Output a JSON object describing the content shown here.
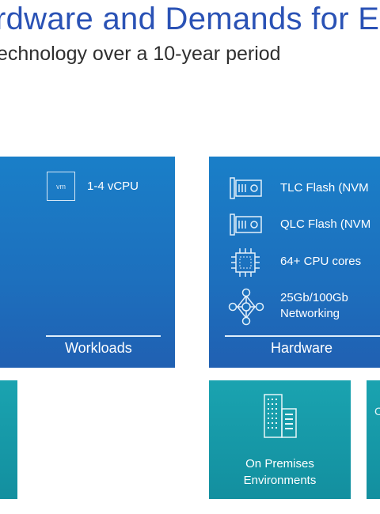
{
  "header": {
    "title": "rdware and Demands for E",
    "subtitle": "echnology over a 10-year period"
  },
  "workloads_panel": {
    "vm_label": "vm",
    "vcpu_text": "1-4 vCPU",
    "footer_label": "Workloads"
  },
  "hardware_panel": {
    "items": [
      {
        "icon": "flash-drive-icon",
        "label": "TLC Flash (NVM"
      },
      {
        "icon": "flash-drive-icon",
        "label": "QLC Flash (NVM"
      },
      {
        "icon": "cpu-chip-icon",
        "label": "64+ CPU cores"
      },
      {
        "icon": "network-icon",
        "label": "25Gb/100Gb",
        "label2": "Networking"
      }
    ],
    "footer_label": "Hardware"
  },
  "environments": {
    "on_premises_line1": "On Premises",
    "on_premises_line2": "Environments",
    "right_partial": "C"
  },
  "colors": {
    "title": "#2a52b5",
    "panel_blue": "#1d6fbd",
    "teal": "#138f9f"
  }
}
